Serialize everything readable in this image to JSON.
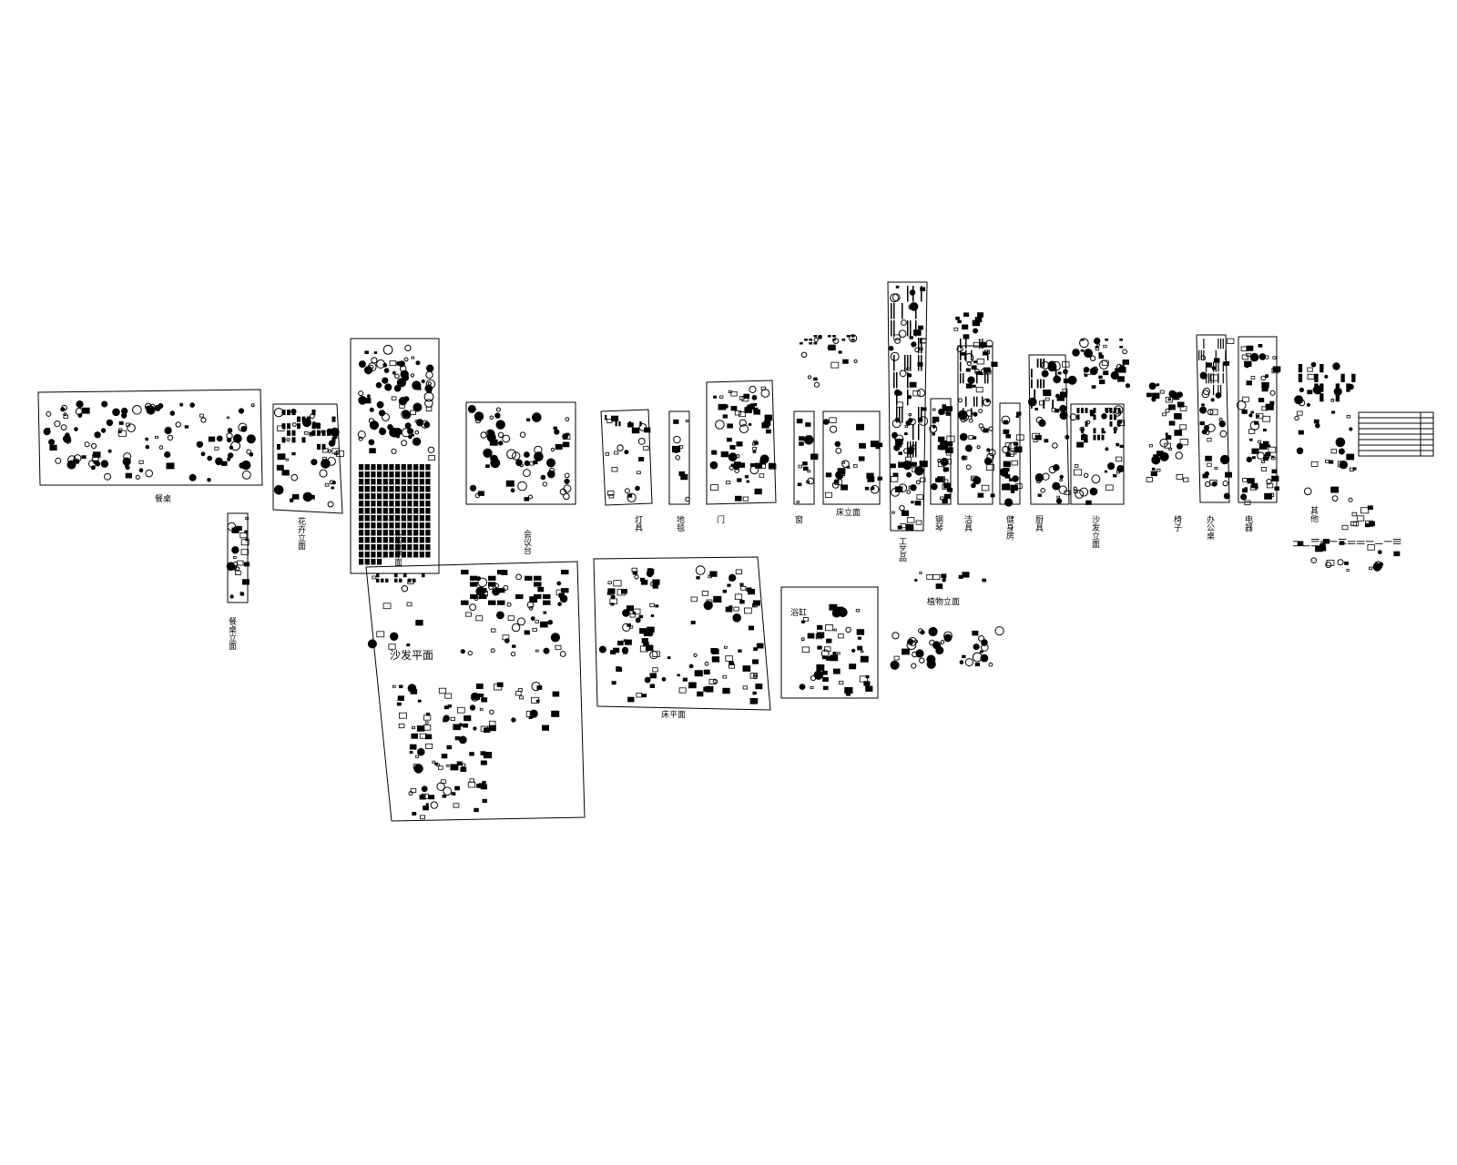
{
  "sheet": {
    "panels": [
      {
        "id": "p01",
        "label": "餐桌",
        "orient": "h"
      },
      {
        "id": "p02",
        "label": "餐桌立面",
        "orient": "v"
      },
      {
        "id": "p03",
        "label": "花卉立面",
        "orient": "v"
      },
      {
        "id": "p04",
        "label": "花卉平面",
        "orient": "v"
      },
      {
        "id": "p05",
        "label": "会议台",
        "orient": "v"
      },
      {
        "id": "p06",
        "label": "灯具",
        "orient": "v"
      },
      {
        "id": "p07",
        "label": "地毯",
        "orient": "v"
      },
      {
        "id": "p08",
        "label": "门",
        "orient": "v"
      },
      {
        "id": "p09",
        "label": "窗",
        "orient": "v"
      },
      {
        "id": "p10",
        "label": "床立面",
        "orient": "h"
      },
      {
        "id": "p11",
        "label": "工艺品",
        "orient": "v"
      },
      {
        "id": "p12",
        "label": "钢琴",
        "orient": "v"
      },
      {
        "id": "p13",
        "label": "洁具",
        "orient": "v"
      },
      {
        "id": "p14",
        "label": "健身房",
        "orient": "v"
      },
      {
        "id": "p15",
        "label": "厨具",
        "orient": "v"
      },
      {
        "id": "p16",
        "label": "沙发立面",
        "orient": "v"
      },
      {
        "id": "p17",
        "label": "椅子",
        "orient": "v"
      },
      {
        "id": "p18",
        "label": "办公桌",
        "orient": "v"
      },
      {
        "id": "p19",
        "label": "电器",
        "orient": "v"
      },
      {
        "id": "p20",
        "label": "其他",
        "orient": "v"
      },
      {
        "id": "p21",
        "label": "沙发平面",
        "orient": "h"
      },
      {
        "id": "p22",
        "label": "床平面",
        "orient": "h"
      },
      {
        "id": "p23",
        "label": "浴缸",
        "orient": "h"
      },
      {
        "id": "p24",
        "label": "植物立面",
        "orient": "h"
      }
    ],
    "colors": {
      "line": "#000000",
      "paper": "#ffffff"
    }
  }
}
